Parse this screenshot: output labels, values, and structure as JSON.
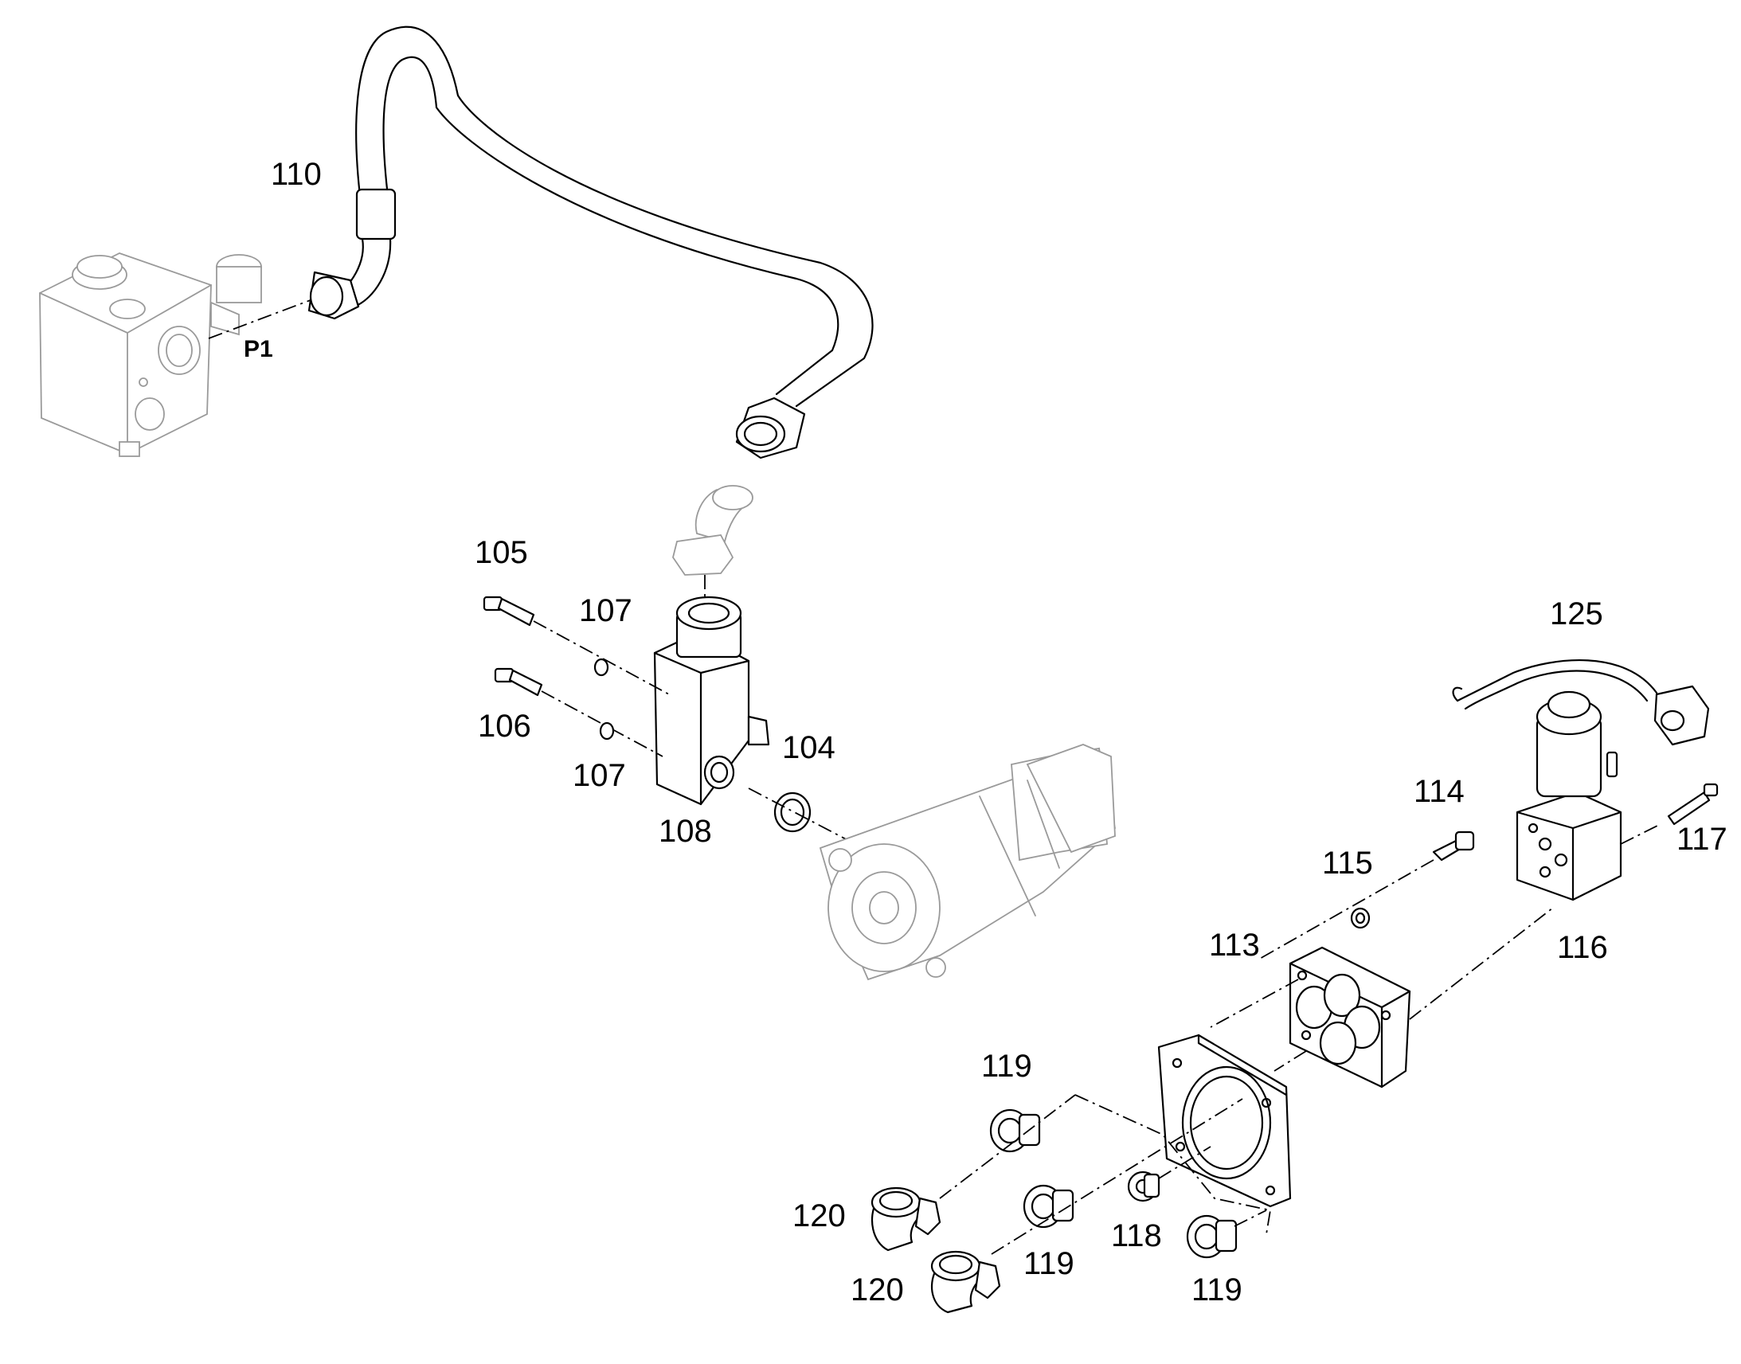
{
  "port_label": "P1",
  "callouts": {
    "c110": "110",
    "c105": "105",
    "c106": "106",
    "c107a": "107",
    "c107b": "107",
    "c104": "104",
    "c108": "108",
    "c125": "125",
    "c114": "114",
    "c115": "115",
    "c117": "117",
    "c113": "113",
    "c116": "116",
    "c119a": "119",
    "c119b": "119",
    "c119c": "119",
    "c118": "118",
    "c120a": "120",
    "c120b": "120"
  }
}
